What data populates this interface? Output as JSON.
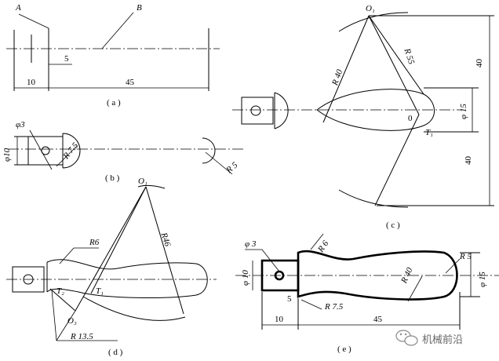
{
  "figures": {
    "a": {
      "caption": "( a )",
      "labels": {
        "A": "A",
        "B": "B"
      },
      "dims": {
        "d5": "5",
        "d10": "10",
        "d45": "45"
      }
    },
    "b": {
      "caption": "( b )",
      "labels": {
        "phi3": "φ3",
        "phi10": "φ10",
        "r75": "R 7.5",
        "r5": "R 5"
      }
    },
    "c": {
      "caption": "( c )",
      "labels": {
        "o1": "O₁",
        "r40": "R 40",
        "r55": "R 55",
        "phi15": "φ 15",
        "o": "0",
        "t1": "T₁"
      },
      "dims": {
        "d40a": "40",
        "d40b": "40"
      }
    },
    "d": {
      "caption": "( d )",
      "labels": {
        "o1": "O₁",
        "r6": "R6",
        "r46": "R46",
        "t2": "T₂",
        "t1": "T₁",
        "o3": "O₃",
        "r135": "R 13.5"
      }
    },
    "e": {
      "caption": "( e )",
      "labels": {
        "phi3": "φ 3",
        "r6": "R 6",
        "phi10": "φ 10",
        "r40": "R 40",
        "r5": "R 5",
        "phi15": "φ 15",
        "r75": "R 7.5"
      },
      "dims": {
        "d5": "5",
        "d10": "10",
        "d45": "45"
      }
    }
  },
  "watermark": {
    "icon": "wechat-icon",
    "text": "机械前沿"
  }
}
